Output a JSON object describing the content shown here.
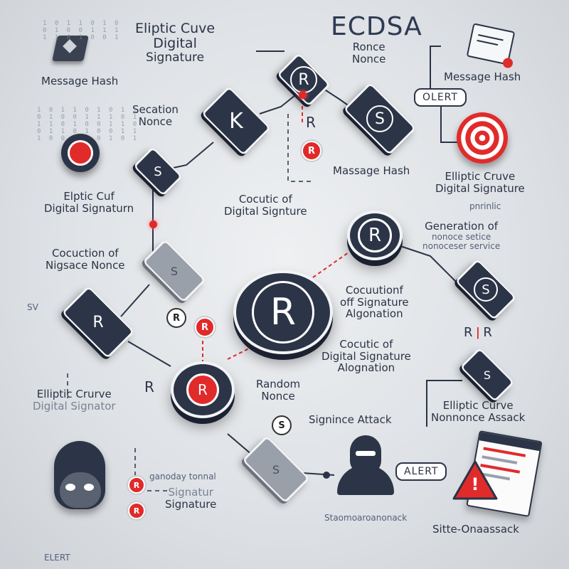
{
  "title": "ECDSA",
  "labels": {
    "tl_title": [
      "Eliptic Cuve",
      "Digital",
      "Signature"
    ],
    "tl_hash": "Message Hash",
    "top_nonce": [
      "Ronce",
      "Nonce"
    ],
    "tr_hash": "Message Hash",
    "secation": [
      "Secation",
      "Nonce"
    ],
    "massage_hash": "Massage Hash",
    "right_ec": [
      "Elliptic Cruve",
      "Digital Signature"
    ],
    "right_small": "pnrinlic",
    "left_ec": [
      "Elptic Cuf",
      "Digital Signaturn"
    ],
    "cocutic_mid": [
      "Cocutic of",
      "Digital Signture"
    ],
    "generation": [
      "Generation of",
      "nonoce setice",
      "nonoceser service"
    ],
    "cocuction_left": [
      "Cocuction of",
      "Nigsace Nonce"
    ],
    "sv": "SV",
    "cocutionf": [
      "Cocuutionf",
      "off Signature",
      "Algonation"
    ],
    "cocutic_lower": [
      "Cocutic of",
      "Digital Signature",
      "Alognation"
    ],
    "ec_bottom_left": [
      "Elliptic Crurve",
      "Digital Signator"
    ],
    "random": [
      "Random",
      "Nonce"
    ],
    "signince": "Signince Attack",
    "ec_bottom_right": [
      "Elliptic Curve",
      "Nonnonce Assack"
    ],
    "signatur": [
      "Signatur",
      "Signature"
    ],
    "sig_small": "ganoday tonnal",
    "bottom_attack": "Sitte-Onaassack",
    "bottom_blur": "Staomoaroanonack",
    "elert": "ELERT"
  },
  "badges": {
    "olert": "OLERT",
    "alert": "ALERT"
  },
  "tiles": {
    "r_top": "R",
    "k": "K",
    "s_top": "S",
    "s_left": "S",
    "s_right": "S",
    "r_left": "R",
    "s_bottom": "S",
    "s_mid_right": "S",
    "s_light": "S",
    "s_lower_light": "S"
  },
  "discs": {
    "r_mid": "R",
    "r_big": "R",
    "r_red": "R"
  },
  "chips": {
    "r_top_letter": "R",
    "r_top_red": "R",
    "r_ring": "R",
    "r_red_mid": "R",
    "r_plain_bl": "R",
    "s_ring": "S",
    "r_sig1": "R",
    "r_sig2": "R",
    "rr_left": "R",
    "rr_right": "R",
    "exclaim": "!"
  },
  "colors": {
    "dark": "#2c3547",
    "accent": "#e12b2b",
    "text": "#2b3346"
  },
  "icons": [
    "hash-box-icon",
    "envelope-icon",
    "target-icon",
    "hacker-icon",
    "masked-face-icon",
    "warning-triangle-icon",
    "alert-window-icon",
    "binary-rain-icon",
    "red-button-icon"
  ]
}
